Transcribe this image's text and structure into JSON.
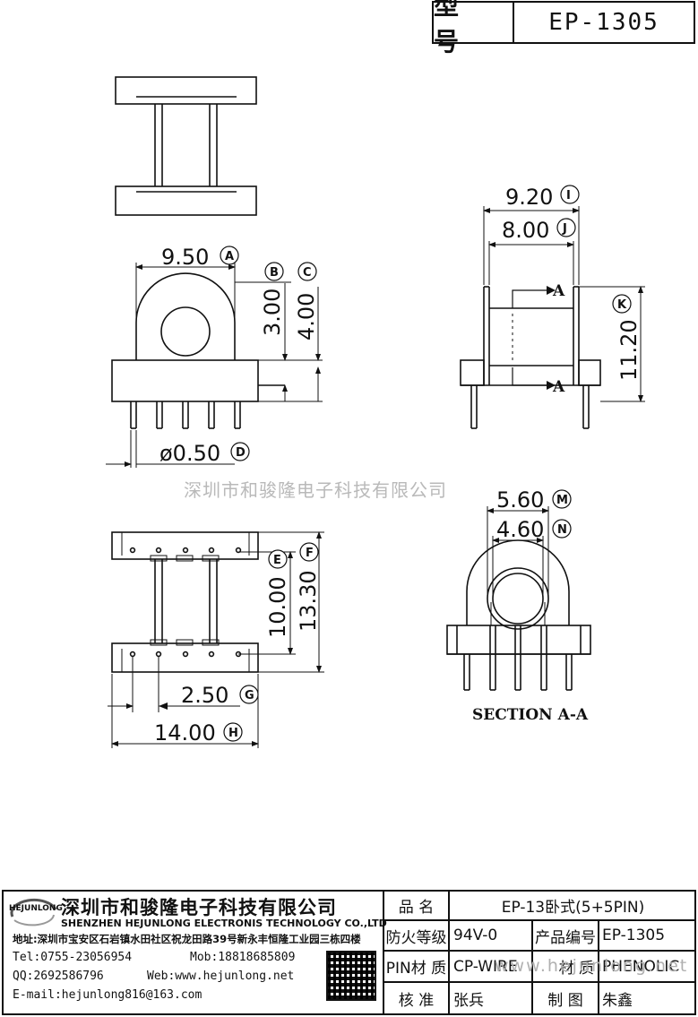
{
  "header": {
    "model_label": "型 号",
    "model_value": "EP-1305"
  },
  "dimensions": {
    "A": "9.50",
    "B": "3.00",
    "C": "4.00",
    "D": "ø0.50",
    "E": "10.00",
    "F": "13.30",
    "G": "2.50",
    "H": "14.00",
    "I": "9.20",
    "J": "8.00",
    "K": "11.20",
    "M": "5.60",
    "N": "4.60"
  },
  "markers": [
    "A",
    "B",
    "C",
    "D",
    "E",
    "F",
    "G",
    "H",
    "I",
    "J",
    "K",
    "M",
    "N"
  ],
  "section": {
    "cut_label": "A",
    "caption": "SECTION A-A"
  },
  "watermark_center": "深圳市和骏隆电子科技有限公司",
  "watermark_bottom": "www.hejunlong.net",
  "company": {
    "logo_text": "HEJUNLONG",
    "name_cn": "深圳市和骏隆电子科技有限公司",
    "name_en": "SHENZHEN HEJUNLONG ELECTRONIS TECHNOLOGY CO.,LTD",
    "address": "地址:深圳市宝安区石岩镇水田社区祝龙田路39号新永丰恒隆工业园三栋四楼",
    "tel": "Tel:0755-23056954",
    "mob": "Mob:18818685809",
    "qq": "QQ:2692586796",
    "web": "Web:www.hejunlong.net",
    "email": "E-mail:hejunlong816@163.com"
  },
  "title_block": {
    "product_name_label": "品 名",
    "product_name_value": "EP-13卧式(5+5PIN)",
    "fire_label": "防火等级",
    "fire_value": "94V-0",
    "code_label": "产品编号",
    "code_value": "EP-1305",
    "pin_label": "PIN材 质",
    "pin_value": "CP-WIRE",
    "material_label": "材 质",
    "material_value": "PHENOLIC",
    "check_label": "核 准",
    "check_value": "张兵",
    "draw_label": "制 图",
    "draw_value": "朱鑫"
  }
}
